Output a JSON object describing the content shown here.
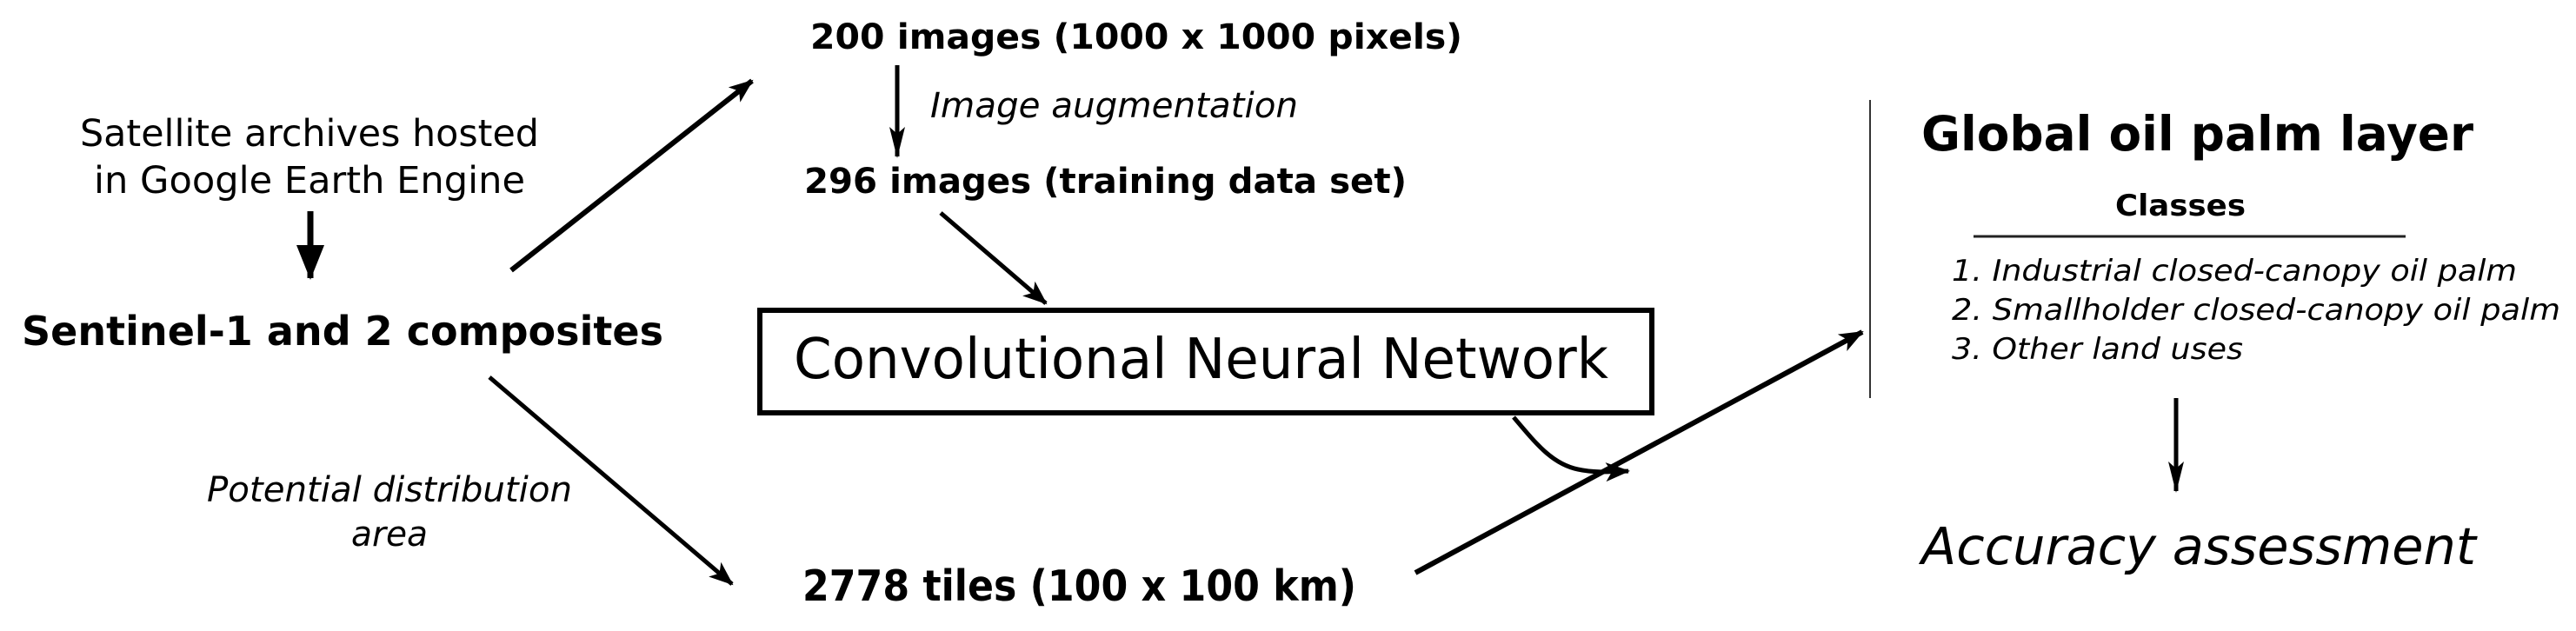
{
  "diagram": {
    "type": "workflow",
    "source": {
      "lines": [
        "Satellite archives hosted",
        "in Google Earth Engine"
      ]
    },
    "composites": {
      "label": "Sentinel-1 and 2 composites"
    },
    "training": {
      "raw_images": "200 images (1000 x 1000 pixels)",
      "augmentation_label": "Image augmentation",
      "augmented_images": "296 images (training data set)"
    },
    "model": {
      "label": "Convolutional Neural Network"
    },
    "prediction": {
      "filter_lines": [
        "Potential distribution",
        "area"
      ],
      "tiles": "2778 tiles (100 x 100 km)"
    },
    "output": {
      "title": "Global oil palm layer",
      "classes_heading": "Classes",
      "classes": [
        "1. Industrial closed-canopy oil palm",
        "2. Smallholder closed-canopy oil palm",
        "3. Other land uses"
      ],
      "assessment": "Accuracy assessment"
    },
    "edges": [
      {
        "from": "source",
        "to": "composites"
      },
      {
        "from": "composites",
        "to": "raw_images"
      },
      {
        "from": "raw_images",
        "to": "augmented_images",
        "label": "Image augmentation"
      },
      {
        "from": "augmented_images",
        "to": "model"
      },
      {
        "from": "composites",
        "to": "tiles",
        "label": "Potential distribution area"
      },
      {
        "from": "model",
        "to": "tiles-to-output edge"
      },
      {
        "from": "tiles",
        "to": "output"
      },
      {
        "from": "output",
        "to": "assessment"
      }
    ]
  },
  "colors": {
    "foreground": "#000000",
    "background": "#ffffff",
    "divider": "#333333"
  }
}
